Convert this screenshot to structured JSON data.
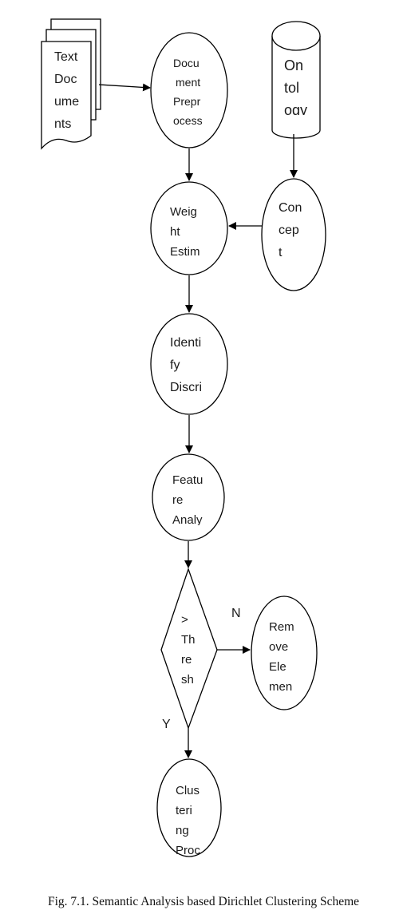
{
  "nodes": {
    "text_documents": [
      "Text",
      "Doc",
      "ume",
      "nts"
    ],
    "document_preprocess": [
      "Docu",
      "ment",
      "Prepr",
      "ocess"
    ],
    "ontology": [
      "On",
      "tol",
      "ogy"
    ],
    "concept": [
      "Con",
      "cep",
      "t",
      "."
    ],
    "weight_estim": [
      "Weig",
      "ht",
      "Estim"
    ],
    "identify_discri": [
      "Identi",
      "fy",
      "Discri"
    ],
    "feature_analy": [
      "Featu",
      "re",
      "Analy"
    ],
    "threshold": [
      ">",
      "Th",
      "re",
      "sh"
    ],
    "remove_element": [
      "Rem",
      "ove",
      "Ele",
      "men"
    ],
    "clustering_proc": [
      "Clus",
      "teri",
      "ng",
      "Proc"
    ]
  },
  "branches": {
    "no": "N",
    "yes": "Y"
  },
  "caption": "Fig. 7.1. Semantic Analysis based Dirichlet Clustering Scheme"
}
